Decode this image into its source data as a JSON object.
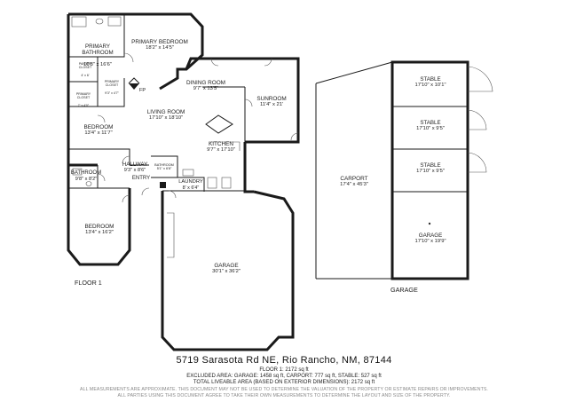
{
  "floor_plan": {
    "floor_label": "FLOOR 1",
    "garage_label": "GARAGE",
    "fp_label": "FP",
    "rooms": {
      "primary_bathroom": {
        "name": "PRIMARY\nBATHROOM",
        "dim": "10'8\" x 16'6\""
      },
      "primary_bedroom": {
        "name": "PRIMARY BEDROOM",
        "dim": "18'2\" x 14'5\""
      },
      "primary_closet": {
        "name": "PRIMARY\nCLOSET",
        "dim": "9'3\" x 4'7\""
      },
      "pantry_closet": {
        "name": "PANTRY\nCLOSET",
        "dim": "4' x 6'"
      },
      "primary_closet_2": {
        "name": "PRIMARY\nCLOSET",
        "dim": "7' x 4'0\""
      },
      "dining_room": {
        "name": "DINING ROOM",
        "dim": "9'7\" x 13'5\""
      },
      "sunroom": {
        "name": "SUNROOM",
        "dim": "11'4\" x 21'"
      },
      "bedroom_1": {
        "name": "BEDROOM",
        "dim": "13'4\" x 11'7\""
      },
      "living_room": {
        "name": "LIVING ROOM",
        "dim": "17'10\" x 18'10\""
      },
      "kitchen": {
        "name": "KITCHEN",
        "dim": "9'7\" x 17'10\""
      },
      "bathroom_1": {
        "name": "BATHROOM",
        "dim": "9'8\" x 8'2\""
      },
      "hallway": {
        "name": "HALLWAY",
        "dim": "9'3\" x 8'6\""
      },
      "bathroom_2": {
        "name": "BATHROOM",
        "dim": "5'1\" x 6'8\""
      },
      "entry": {
        "name": "ENTRY",
        "dim": ""
      },
      "laundry": {
        "name": "LAUNDRY",
        "dim": "8' x 6'4\""
      },
      "bedroom_2": {
        "name": "BEDROOM",
        "dim": "13'4\" x 16'2\""
      },
      "garage_main": {
        "name": "GARAGE",
        "dim": "30'1\" x 36'2\""
      },
      "carport": {
        "name": "CARPORT",
        "dim": "17'4\" x 45'3\""
      },
      "stable_1": {
        "name": "STABLE",
        "dim": "17'10\" x 10'1\""
      },
      "stable_2": {
        "name": "STABLE",
        "dim": "17'10\" x 9'5\""
      },
      "stable_3": {
        "name": "STABLE",
        "dim": "17'10\" x 9'5\""
      },
      "garage_stable": {
        "name": "GARAGE",
        "dim": "17'10\" x 19'9\""
      }
    }
  },
  "footer": {
    "address": "5719 Sarasota Rd NE, Rio Rancho, NM, 87144",
    "floor_area": "FLOOR 1: 2172 sq ft",
    "excluded_area": "EXCLUDED AREA: GARAGE: 1458 sq ft, CARPORT: 777 sq ft, STABLE: 527 sq ft",
    "total_area": "TOTAL LIVEABLE AREA (BASED ON EXTERIOR DIMENSIONS): 2172 sq ft",
    "disclaimer_1": "ALL MEASUREMENTS ARE APPROXIMATE. THIS DOCUMENT MAY NOT BE USED TO DETERMINE THE VALUATION OF THE PROPERTY OR ESTIMATE REPAIRS OR IMPROVEMENTS.",
    "disclaimer_2": "ALL PARTIES USING THIS DOCUMENT AGREE TO TAKE THEIR OWN MEASUREMENTS TO DETERMINE THE LAYOUT AND SIZE OF THE PROPERTY."
  }
}
